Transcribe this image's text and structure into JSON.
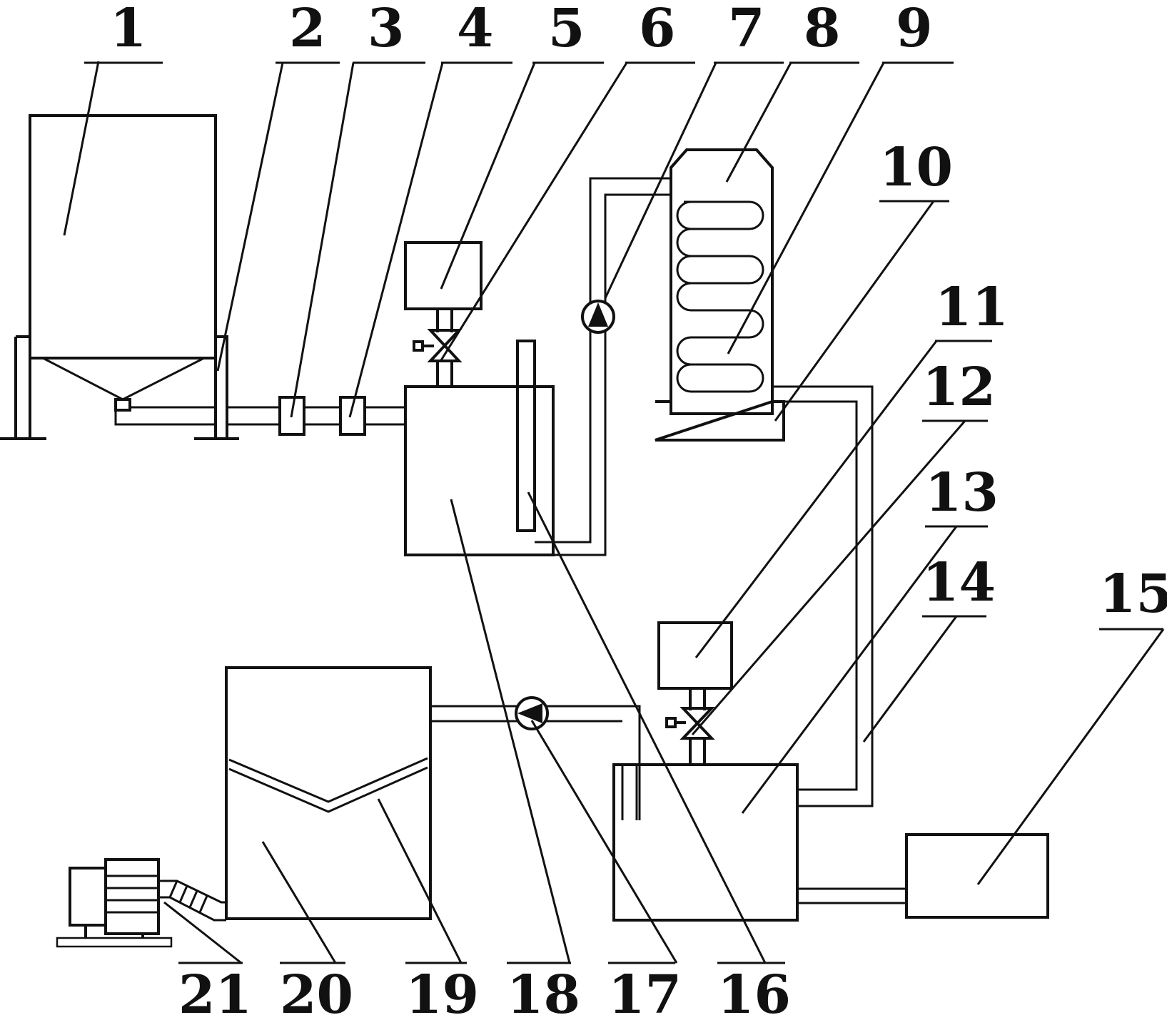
{
  "labels": {
    "l1": "1",
    "l2": "2",
    "l3": "3",
    "l4": "4",
    "l5": "5",
    "l6": "6",
    "l7": "7",
    "l8": "8",
    "l9": "9",
    "l10": "10",
    "l11": "11",
    "l12": "12",
    "l13": "13",
    "l14": "14",
    "l15": "15",
    "l16": "16",
    "l17": "17",
    "l18": "18",
    "l19": "19",
    "l20": "20",
    "l21": "21"
  },
  "colors": {
    "line": "#111111",
    "background": "#ffffff"
  }
}
